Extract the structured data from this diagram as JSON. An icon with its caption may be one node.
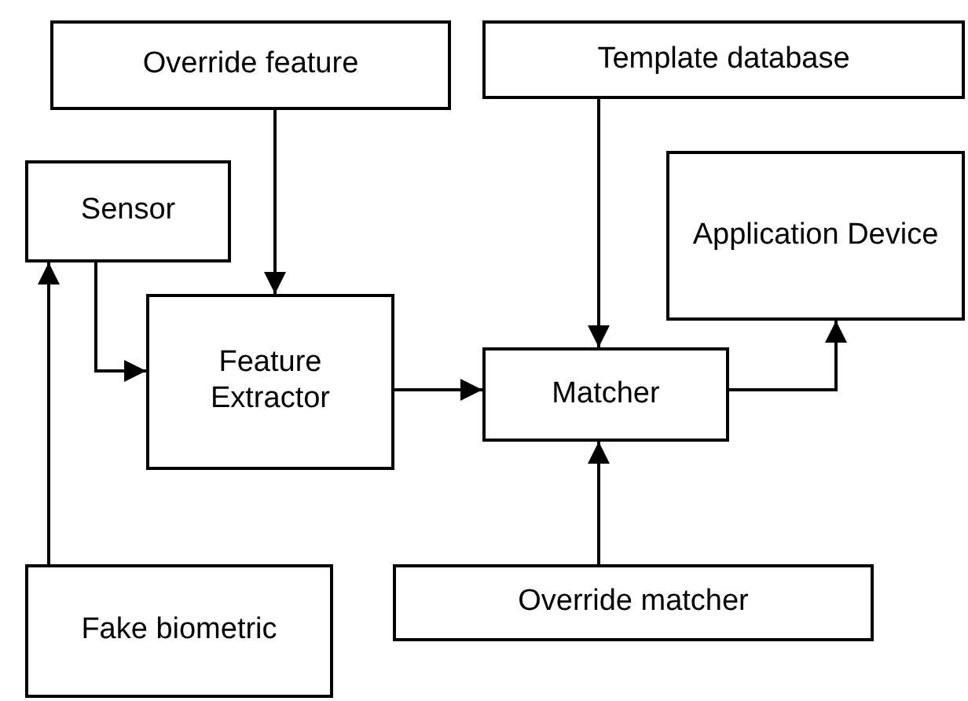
{
  "diagram": {
    "nodes": [
      {
        "text": [
          "Override feature"
        ]
      },
      {
        "text": [
          "Template database"
        ]
      },
      {
        "text": [
          "Sensor"
        ]
      },
      {
        "text": [
          "Application Device"
        ]
      },
      {
        "text": [
          "Feature Extractor"
        ]
      },
      {
        "text": [
          "Matcher"
        ]
      },
      {
        "text": [
          "Fake biometric"
        ]
      },
      {
        "text": [
          "Override matcher"
        ]
      }
    ],
    "edges": [
      {
        "from": 0,
        "to": 4,
        "arrow": "to"
      },
      {
        "from": 1,
        "to": 5,
        "arrow": "to"
      },
      {
        "from": 2,
        "to": 4,
        "arrow": "to"
      },
      {
        "from": 6,
        "to": 2,
        "arrow": "to"
      },
      {
        "from": 4,
        "to": 5,
        "arrow": "to"
      },
      {
        "from": 5,
        "to": 3,
        "arrow": "to"
      },
      {
        "from": 7,
        "to": 5,
        "arrow": "to"
      }
    ]
  }
}
